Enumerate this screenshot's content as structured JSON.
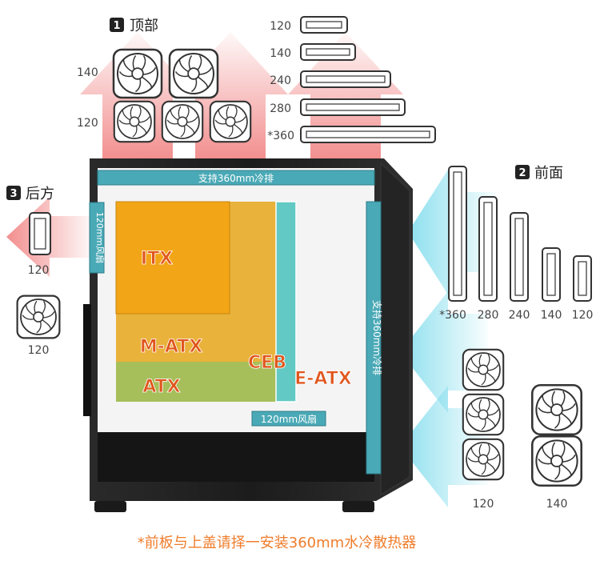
{
  "sections": {
    "top": {
      "badge": "1",
      "title": "顶部"
    },
    "front": {
      "badge": "2",
      "title": "前面"
    },
    "rear": {
      "badge": "3",
      "title": "后方"
    }
  },
  "top_fans": {
    "row1_size": "140",
    "row2_size": "120"
  },
  "top_radiators": [
    "120",
    "140",
    "240",
    "280",
    "*360"
  ],
  "front_radiators": [
    "*360",
    "280",
    "240",
    "140",
    "120"
  ],
  "front_fans": {
    "small_size": "120",
    "large_size": "140"
  },
  "rear": {
    "radiator_size": "120",
    "fan_size": "120"
  },
  "case_labels": {
    "top_rad": "支持360mm冷排",
    "rear_fan": "120mm风扇",
    "front_rad": "支持360mm冷排",
    "psu_fan": "120mm风扇"
  },
  "boards": {
    "itx": "ITX",
    "matx": "M-ATX",
    "atx": "ATX",
    "ceb": "CEB",
    "eatx": "E-ATX"
  },
  "footnote": "*前板与上盖请择一安装360mm水冷散热器",
  "colors": {
    "teal": "#4aa9b6",
    "teal_dark": "#2c7d8a",
    "itx": "#f2a516",
    "matx": "#e8b23a",
    "atx": "#9cbb55",
    "eatx": "#63c9c4",
    "board_text": "#e0561d",
    "footnote": "#ef7d2c",
    "arrow_red": "#f07a7a",
    "arrow_cyan": "#7fdcec"
  }
}
